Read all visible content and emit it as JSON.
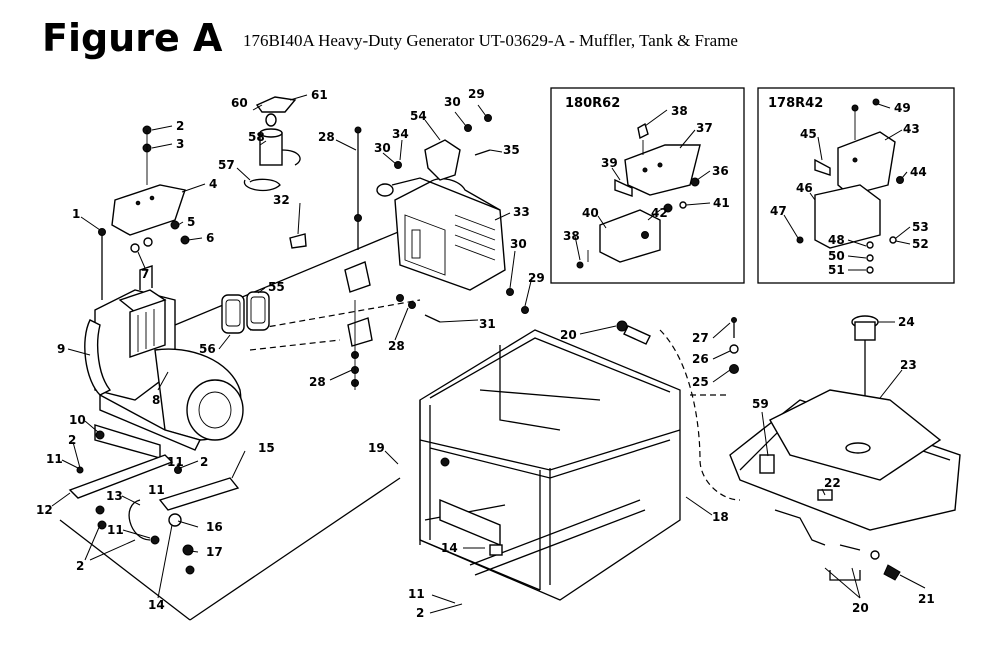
{
  "header": {
    "figure_label": "Figure A",
    "subtitle": "176BI40A Heavy-Duty Generator UT-03629-A - Muffler, Tank & Frame"
  },
  "insets": [
    {
      "title": "180R62"
    },
    {
      "title": "178R42"
    }
  ],
  "callouts": [
    {
      "id": "c1",
      "text": "1"
    },
    {
      "id": "c2a",
      "text": "2"
    },
    {
      "id": "c3",
      "text": "3"
    },
    {
      "id": "c4",
      "text": "4"
    },
    {
      "id": "c5",
      "text": "5"
    },
    {
      "id": "c6",
      "text": "6"
    },
    {
      "id": "c7",
      "text": "7"
    },
    {
      "id": "c8",
      "text": "8"
    },
    {
      "id": "c9",
      "text": "9"
    },
    {
      "id": "c10",
      "text": "10"
    },
    {
      "id": "c11a",
      "text": "11"
    },
    {
      "id": "c2b",
      "text": "2"
    },
    {
      "id": "c12",
      "text": "12"
    },
    {
      "id": "c13",
      "text": "13"
    },
    {
      "id": "c11b",
      "text": "11"
    },
    {
      "id": "c2c",
      "text": "2"
    },
    {
      "id": "c11c",
      "text": "11"
    },
    {
      "id": "c11d",
      "text": "11"
    },
    {
      "id": "c2d",
      "text": "2"
    },
    {
      "id": "c14a",
      "text": "14"
    },
    {
      "id": "c15",
      "text": "15"
    },
    {
      "id": "c16",
      "text": "16"
    },
    {
      "id": "c17",
      "text": "17"
    },
    {
      "id": "c28a",
      "text": "28"
    },
    {
      "id": "c32",
      "text": "32"
    },
    {
      "id": "c57",
      "text": "57"
    },
    {
      "id": "c58",
      "text": "58"
    },
    {
      "id": "c60",
      "text": "60"
    },
    {
      "id": "c61",
      "text": "61"
    },
    {
      "id": "c55",
      "text": "55"
    },
    {
      "id": "c56",
      "text": "56"
    },
    {
      "id": "c30a",
      "text": "30"
    },
    {
      "id": "c34",
      "text": "34"
    },
    {
      "id": "c54",
      "text": "54"
    },
    {
      "id": "c30b",
      "text": "30"
    },
    {
      "id": "c29a",
      "text": "29"
    },
    {
      "id": "c35",
      "text": "35"
    },
    {
      "id": "c33",
      "text": "33"
    },
    {
      "id": "c30c",
      "text": "30"
    },
    {
      "id": "c29b",
      "text": "29"
    },
    {
      "id": "c31",
      "text": "31"
    },
    {
      "id": "c28b",
      "text": "28"
    },
    {
      "id": "c28c",
      "text": "28"
    },
    {
      "id": "c19",
      "text": "19"
    },
    {
      "id": "c14b",
      "text": "14"
    },
    {
      "id": "c11e",
      "text": "11"
    },
    {
      "id": "c2e",
      "text": "2"
    },
    {
      "id": "c18",
      "text": "18"
    },
    {
      "id": "c20a",
      "text": "20"
    },
    {
      "id": "c27",
      "text": "27"
    },
    {
      "id": "c26",
      "text": "26"
    },
    {
      "id": "c25",
      "text": "25"
    },
    {
      "id": "c24",
      "text": "24"
    },
    {
      "id": "c23",
      "text": "23"
    },
    {
      "id": "c59",
      "text": "59"
    },
    {
      "id": "c22",
      "text": "22"
    },
    {
      "id": "c20b",
      "text": "20"
    },
    {
      "id": "c21",
      "text": "21"
    },
    {
      "id": "c38a",
      "text": "38"
    },
    {
      "id": "c37",
      "text": "37"
    },
    {
      "id": "c39",
      "text": "39"
    },
    {
      "id": "c36",
      "text": "36"
    },
    {
      "id": "c40",
      "text": "40"
    },
    {
      "id": "c42",
      "text": "42"
    },
    {
      "id": "c41",
      "text": "41"
    },
    {
      "id": "c38b",
      "text": "38"
    },
    {
      "id": "c49",
      "text": "49"
    },
    {
      "id": "c43",
      "text": "43"
    },
    {
      "id": "c45",
      "text": "45"
    },
    {
      "id": "c44",
      "text": "44"
    },
    {
      "id": "c46",
      "text": "46"
    },
    {
      "id": "c47",
      "text": "47"
    },
    {
      "id": "c48",
      "text": "48"
    },
    {
      "id": "c53",
      "text": "53"
    },
    {
      "id": "c52",
      "text": "52"
    },
    {
      "id": "c50",
      "text": "50"
    },
    {
      "id": "c51",
      "text": "51"
    }
  ]
}
